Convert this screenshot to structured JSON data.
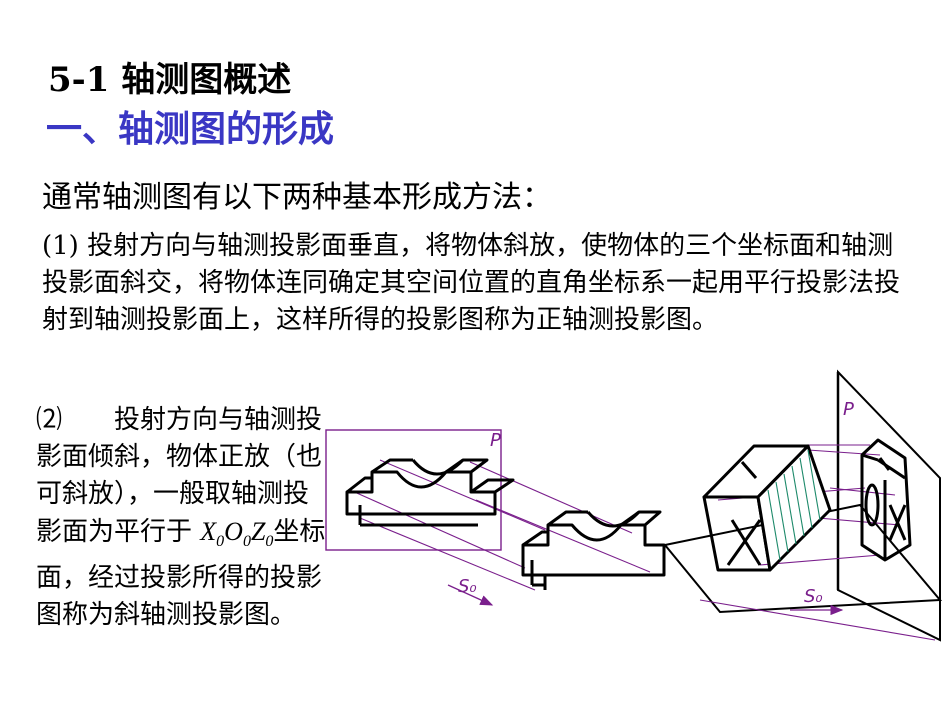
{
  "title": "5-1  轴测图概述",
  "subtitle": "一、轴测图的形成",
  "intro": "通常轴测图有以下两种基本形成方法：",
  "method1": "(1)  投射方向与轴测投影面垂直，将物体斜放，使物体的三个坐标面和轴测投影面斜交，将物体连同确定其空间位置的直角坐标系一起用平行投影法投射到轴测投影面上，这样所得的投影图称为正轴测投影图。",
  "method2": {
    "prefix": "⑵　　投射方向与轴测投影面倾斜，物体正放（也可斜放），一般取轴测投影面为平行于",
    "coord": [
      "X",
      "0",
      "O",
      "0",
      "Z",
      "0"
    ],
    "suffix": "坐标面，经过投影所得的投影图称为斜轴测投影图。"
  },
  "figure_labels": {
    "plane_p_left": "P",
    "dir_left": "S₀",
    "plane_p_right": "P",
    "dir_right": "S₀"
  },
  "colors": {
    "subtitle": "#3a37c4",
    "figure_lines": "#7a1f8c"
  }
}
